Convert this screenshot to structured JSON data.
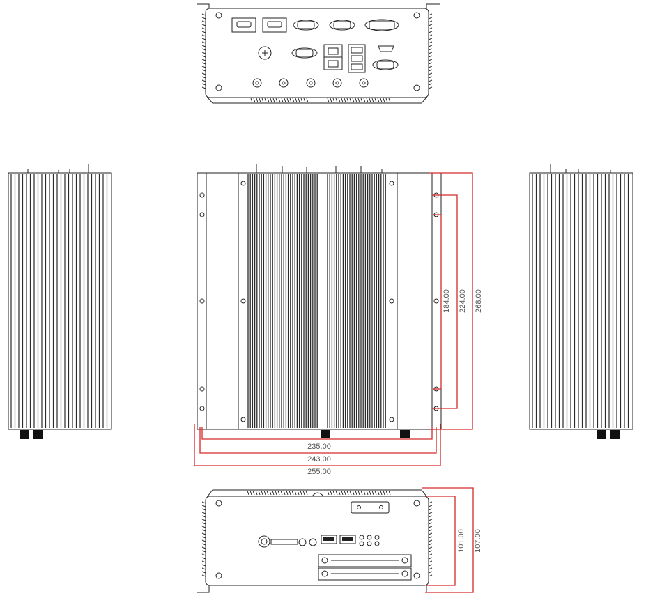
{
  "colors": {
    "line": "#222222",
    "fin": "#2a2a2a",
    "dimension_line": "#d42a2a",
    "dimension_text": "#555555",
    "background": "#ffffff"
  },
  "dimensions": {
    "horizontal": [
      "235.00",
      "243.00",
      "255.00"
    ],
    "vertical_top_view": [
      "184.00",
      "224.00",
      "268.00"
    ],
    "vertical_front_view": [
      "101.00",
      "107.00"
    ]
  }
}
